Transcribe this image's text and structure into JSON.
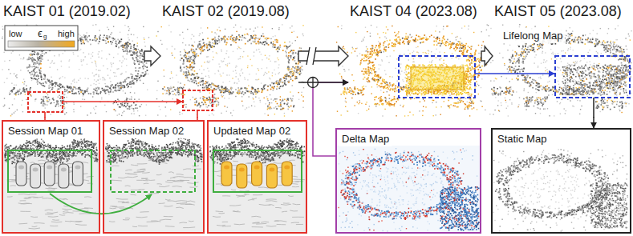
{
  "diagram": {
    "nodes": [
      {
        "text": [
          "KAIST 01 (2019.02)"
        ]
      },
      {
        "text": [
          "KAIST 02 (2019.08)"
        ]
      },
      {
        "text": [
          "KAIST 04 (2023.08)"
        ]
      },
      {
        "text": [
          "KAIST 05 (2023.08)",
          "Lifelong Map"
        ]
      },
      {
        "text": [
          "Session Map 01"
        ]
      },
      {
        "text": [
          "Session Map 02"
        ]
      },
      {
        "text": [
          "Updated Map 02"
        ]
      },
      {
        "text": [
          "Delta Map"
        ]
      },
      {
        "text": [
          "Static Map"
        ]
      }
    ],
    "edges": [
      {
        "from": 0,
        "to": 1,
        "arrow": "to"
      },
      {
        "from": 1,
        "to": 2,
        "arrow": "to"
      },
      {
        "from": 2,
        "to": 3,
        "arrow": "to"
      },
      {
        "from": 7,
        "to": 2,
        "arrow": "to"
      },
      {
        "from": 1,
        "to": 2,
        "arrow": "to"
      },
      {
        "from": 0,
        "to": 4,
        "arrow": "none"
      },
      {
        "from": 1,
        "to": 5,
        "arrow": "none"
      },
      {
        "from": 3,
        "to": 8,
        "arrow": "to"
      }
    ],
    "labels": [
      "low",
      "ϵ",
      "g",
      "high"
    ]
  }
}
